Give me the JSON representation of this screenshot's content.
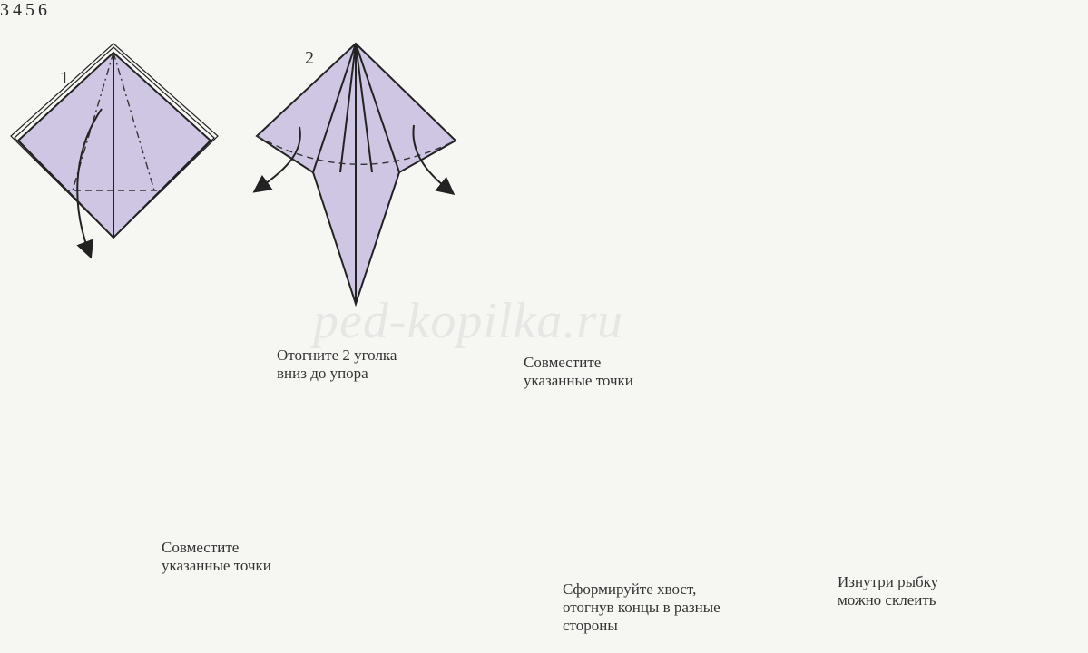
{
  "watermark": "ped-kopilka.ru",
  "steps": [
    {
      "number": "1",
      "caption": []
    },
    {
      "number": "2",
      "caption": [
        "Отогните 2 уголка",
        "вниз до упора"
      ]
    },
    {
      "number": "3",
      "caption": [
        "Совместите",
        "указанные точки"
      ]
    },
    {
      "number": "4",
      "caption": [
        "Совместите",
        "указанные точки"
      ]
    },
    {
      "number": "5",
      "caption": [
        "Сформируйте хвост,",
        "отогнув концы в разные",
        "стороны"
      ]
    },
    {
      "number": "6",
      "caption": [
        "Изнутри рыбку",
        "можно склеить"
      ]
    }
  ],
  "colors": {
    "paper": "#cfc6e4",
    "fish_pink": "#e23a6e",
    "fish_blue": "#3e3f8f",
    "fish_lavender": "#c9b9dc"
  }
}
